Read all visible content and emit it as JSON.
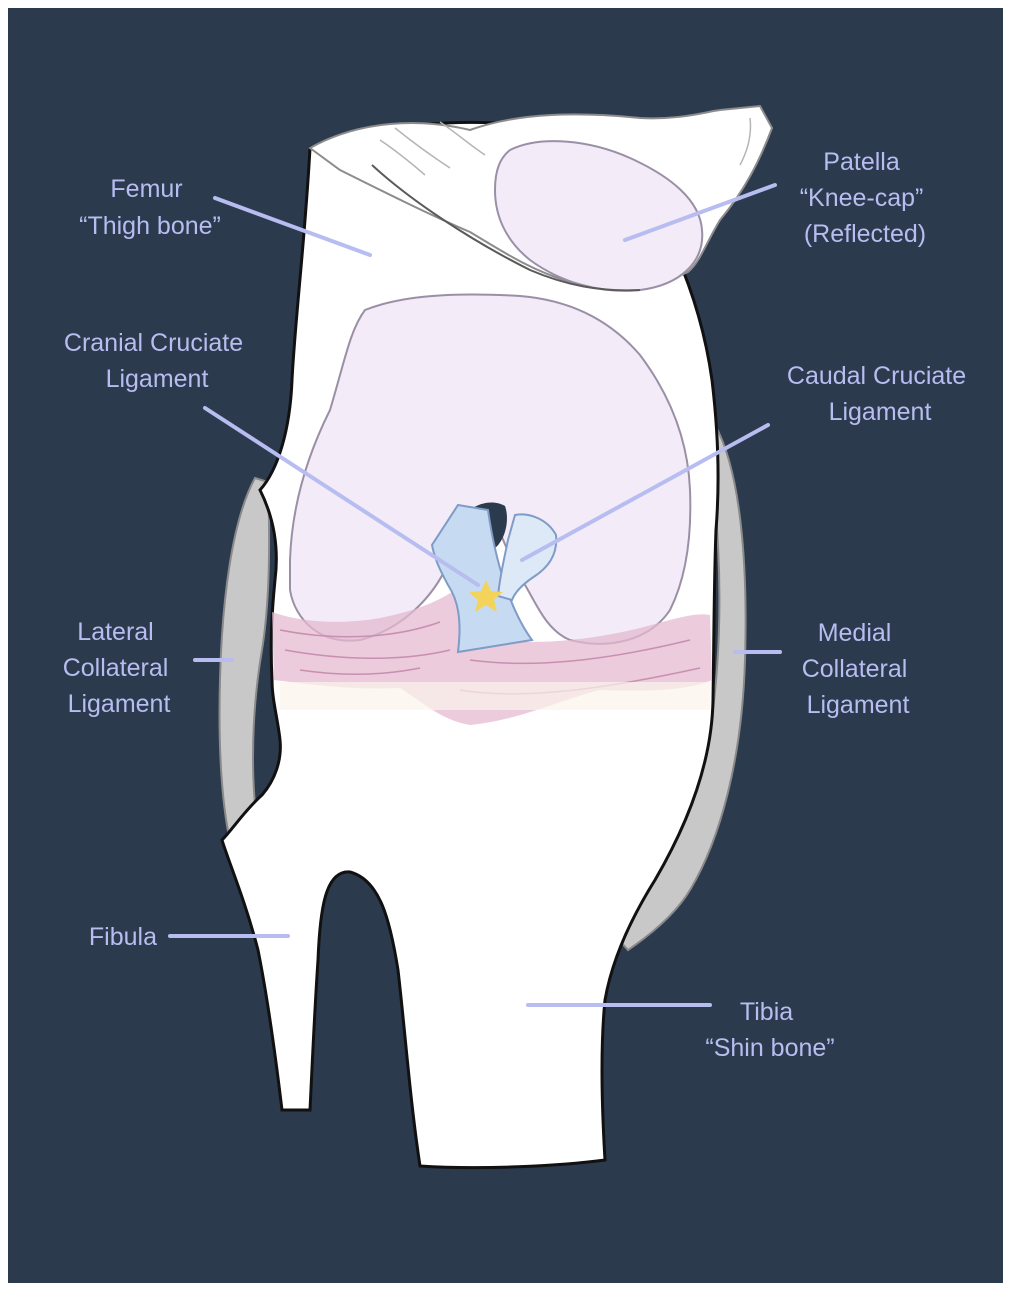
{
  "diagram": {
    "colors": {
      "background": "#2c3a4e",
      "bone": "#ffffff",
      "condyle": "#f3ebf8",
      "meniscus": "#e4b9d0",
      "ligament_collateral": "#c8c8c8",
      "cruciate": "#c6daf2",
      "marker_star": "#f3d35a",
      "label": "#b7bdf0"
    },
    "labels": {
      "femur": {
        "line1": "Femur",
        "line2": "“Thigh bone”"
      },
      "patella": {
        "line1": "Patella",
        "line2": "“Knee-cap”",
        "line3": "(Reflected)"
      },
      "cranial": {
        "line1": "Cranial Cruciate",
        "line2": "Ligament"
      },
      "caudal": {
        "line1": "Caudal Cruciate",
        "line2": "Ligament"
      },
      "lateral": {
        "line1": "Lateral",
        "line2": "Collateral",
        "line3": "Ligament"
      },
      "medial": {
        "line1": "Medial",
        "line2": "Collateral",
        "line3": "Ligament"
      },
      "fibula": {
        "line1": "Fibula"
      },
      "tibia": {
        "line1": "Tibia",
        "line2": "“Shin bone”"
      }
    }
  }
}
